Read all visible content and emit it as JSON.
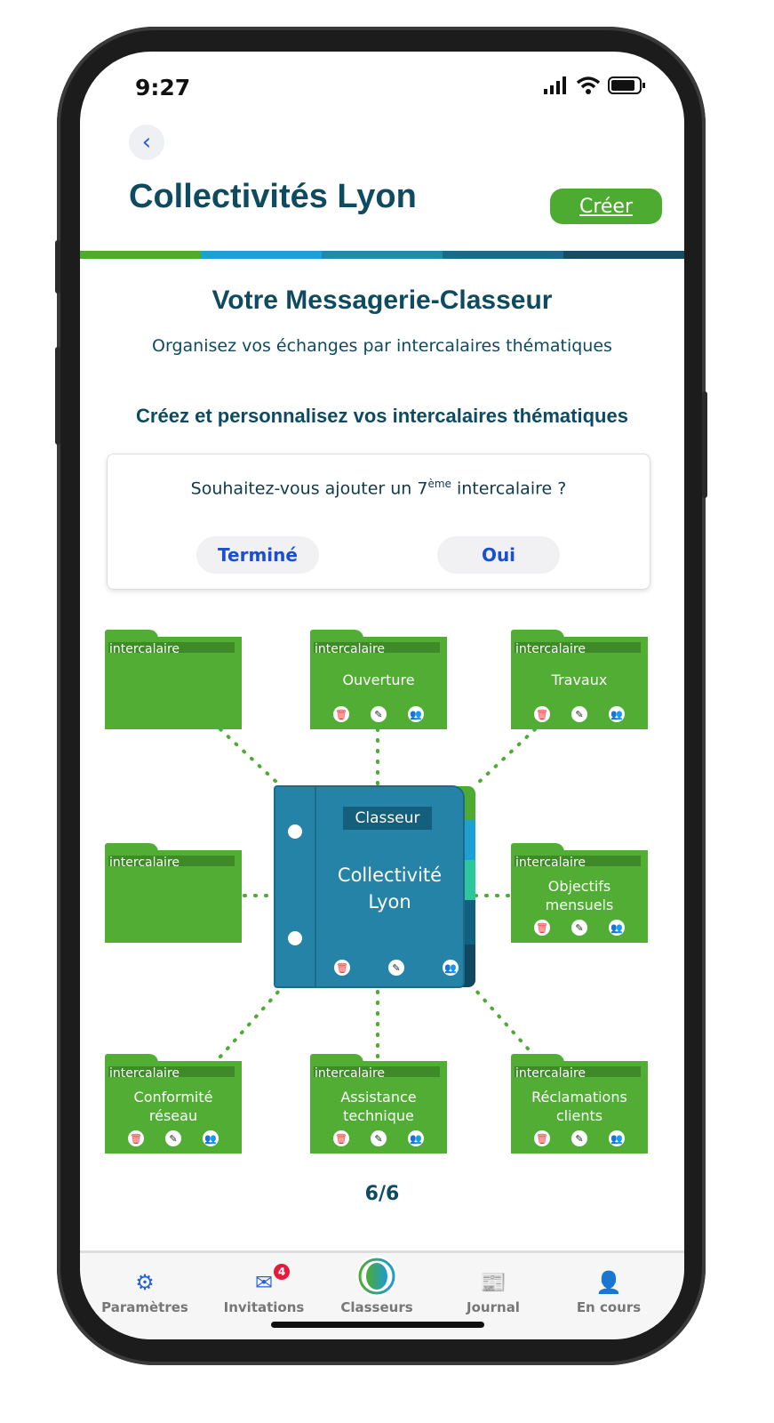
{
  "status": {
    "time": "9:27"
  },
  "header": {
    "title": "Collectivités Lyon",
    "create_label": "Créer"
  },
  "colors": {
    "green": "#4eab31",
    "navy": "#0e4a60",
    "blue": "#2683a8"
  },
  "intro": {
    "heading": "Votre Messagerie-Classeur",
    "subtitle": "Organisez vos échanges par intercalaires thématiques",
    "section": "Créez et personnalisez vos intercalaires thématiques"
  },
  "dialog": {
    "question_pre": "Souhaitez-vous ajouter un 7",
    "question_sup": "ème",
    "question_post": " intercalaire ?",
    "done_label": "Terminé",
    "yes_label": "Oui"
  },
  "binder": {
    "tag": "Classeur",
    "name_line1": "Collectivité",
    "name_line2": "Lyon"
  },
  "folders": [
    {
      "label": "intercalaire",
      "name": "",
      "icons": false
    },
    {
      "label": "intercalaire",
      "name": "Ouverture",
      "icons": true
    },
    {
      "label": "intercalaire",
      "name": "Travaux",
      "icons": true
    },
    {
      "label": "intercalaire",
      "name": "",
      "icons": false
    },
    {
      "label": "intercalaire",
      "name": "Objectifs mensuels",
      "icons": true
    },
    {
      "label": "intercalaire",
      "name": "Conformité réseau",
      "icons": true
    },
    {
      "label": "intercalaire",
      "name": "Assistance technique",
      "icons": true
    },
    {
      "label": "intercalaire",
      "name": "Réclamations clients",
      "icons": true
    }
  ],
  "pager": "6/6",
  "nav": [
    {
      "label": "Paramètres",
      "icon": "gear-icon"
    },
    {
      "label": "Invitations",
      "icon": "invitation-icon",
      "badge": "4"
    },
    {
      "label": "Classeurs",
      "icon": "classeurs-logo-icon"
    },
    {
      "label": "Journal",
      "icon": "newspaper-icon"
    },
    {
      "label": "En cours",
      "icon": "chat-user-icon"
    }
  ]
}
